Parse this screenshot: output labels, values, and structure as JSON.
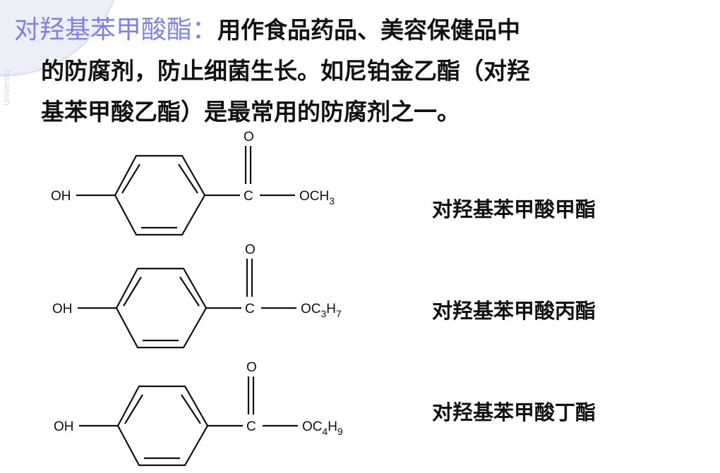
{
  "watermark": {
    "text": "University"
  },
  "paragraph": {
    "title": "对羟基苯甲酸酯：",
    "line1": "用作食品药品、美容保健品中",
    "line2": "的防腐剂，防止细菌生长。如尼铂金乙酯（对羟",
    "line3": "基苯甲酸乙酯）是最常用的防腐剂之一。"
  },
  "molecules": [
    {
      "hydroxyl": "OH",
      "carbon": "C",
      "oxygen": "O",
      "ester": [
        {
          "t": "OCH"
        },
        {
          "sub": "3"
        }
      ],
      "name": "对羟基苯甲酸甲酯"
    },
    {
      "hydroxyl": "OH",
      "carbon": "C",
      "oxygen": "O",
      "ester": [
        {
          "t": "OC"
        },
        {
          "sub": "3"
        },
        {
          "t": "H"
        },
        {
          "sub": "7"
        }
      ],
      "name": "对羟基苯甲酸丙酯"
    },
    {
      "hydroxyl": "OH",
      "carbon": "C",
      "oxygen": "O",
      "ester": [
        {
          "t": "OC"
        },
        {
          "sub": "4"
        },
        {
          "t": "H"
        },
        {
          "sub": "9"
        }
      ],
      "name": "对羟基苯甲酸丁酯"
    }
  ],
  "colors": {
    "title": "#7f80ee",
    "text": "#111111"
  }
}
